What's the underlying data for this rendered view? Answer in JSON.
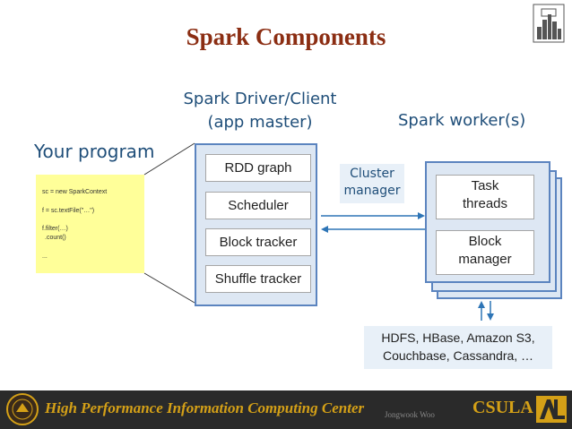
{
  "title": "Spark Components",
  "your_program": {
    "label": "Your program",
    "code_lines": [
      "sc = new SparkContext",
      "f = sc.textFile(\"…\")",
      "f.filter(…)",
      ".count()",
      "..."
    ]
  },
  "driver": {
    "title_line1": "Spark Driver/Client",
    "title_line2": "(app master)",
    "components": [
      "RDD graph",
      "Scheduler",
      "Block tracker",
      "Shuffle tracker"
    ]
  },
  "cluster_manager": {
    "line1": "Cluster",
    "line2": "manager"
  },
  "worker": {
    "title": "Spark worker(s)",
    "task_line1": "Task",
    "task_line2": "threads",
    "block_line1": "Block",
    "block_line2": "manager"
  },
  "storage": {
    "line1": "HDFS, HBase, Amazon S3,",
    "line2": "Couchbase, Cassandra, …"
  },
  "footer": {
    "text": "High Performance Information Computing Center",
    "author": "Jongwook Woo",
    "brand": "CSULA"
  },
  "colors": {
    "title": "#8b2d12",
    "heading": "#1f4e79",
    "footer_bg": "#2a2a2a",
    "footer_text": "#d4a017",
    "code_bg": "#ffff99",
    "box_bg": "#dde7f3",
    "box_border": "#5b84bf"
  },
  "icons": {
    "top_right": "la-skyline-logo-icon",
    "footer_left": "seal-icon",
    "footer_right": "csula-logo-icon"
  }
}
